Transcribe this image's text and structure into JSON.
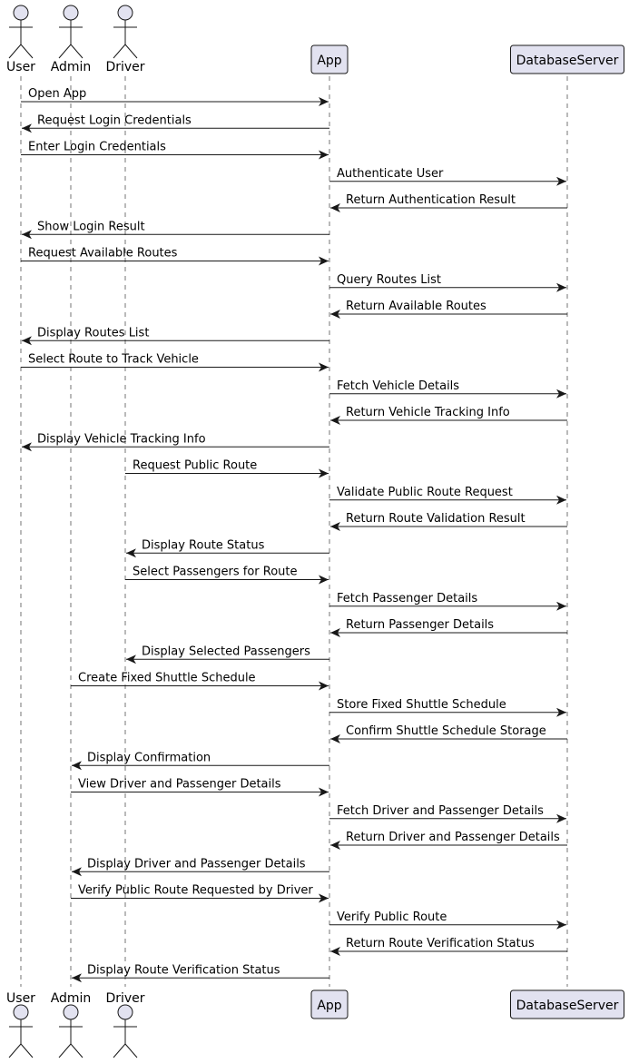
{
  "colors": {
    "participant_fill": "#e2e2f0",
    "participant_stroke": "#181818",
    "lifeline": "#181818",
    "arrow": "#181818"
  },
  "participants": [
    {
      "id": "user",
      "label": "User",
      "kind": "actor"
    },
    {
      "id": "admin",
      "label": "Admin",
      "kind": "actor"
    },
    {
      "id": "driver",
      "label": "Driver",
      "kind": "actor"
    },
    {
      "id": "app",
      "label": "App",
      "kind": "box"
    },
    {
      "id": "db",
      "label": "DatabaseServer",
      "kind": "box"
    }
  ],
  "messages": [
    {
      "from": "user",
      "to": "app",
      "label": "Open App"
    },
    {
      "from": "app",
      "to": "user",
      "label": "Request Login Credentials"
    },
    {
      "from": "user",
      "to": "app",
      "label": "Enter Login Credentials"
    },
    {
      "from": "app",
      "to": "db",
      "label": "Authenticate User"
    },
    {
      "from": "db",
      "to": "app",
      "label": "Return Authentication Result"
    },
    {
      "from": "app",
      "to": "user",
      "label": "Show Login Result"
    },
    {
      "from": "user",
      "to": "app",
      "label": "Request Available Routes"
    },
    {
      "from": "app",
      "to": "db",
      "label": "Query Routes List"
    },
    {
      "from": "db",
      "to": "app",
      "label": "Return Available Routes"
    },
    {
      "from": "app",
      "to": "user",
      "label": "Display Routes List"
    },
    {
      "from": "user",
      "to": "app",
      "label": "Select Route to Track Vehicle"
    },
    {
      "from": "app",
      "to": "db",
      "label": "Fetch Vehicle Details"
    },
    {
      "from": "db",
      "to": "app",
      "label": "Return Vehicle Tracking Info"
    },
    {
      "from": "app",
      "to": "user",
      "label": "Display Vehicle Tracking Info"
    },
    {
      "from": "driver",
      "to": "app",
      "label": "Request Public Route"
    },
    {
      "from": "app",
      "to": "db",
      "label": "Validate Public Route Request"
    },
    {
      "from": "db",
      "to": "app",
      "label": "Return Route Validation Result"
    },
    {
      "from": "app",
      "to": "driver",
      "label": "Display Route Status"
    },
    {
      "from": "driver",
      "to": "app",
      "label": "Select Passengers for Route"
    },
    {
      "from": "app",
      "to": "db",
      "label": "Fetch Passenger Details"
    },
    {
      "from": "db",
      "to": "app",
      "label": "Return Passenger Details"
    },
    {
      "from": "app",
      "to": "driver",
      "label": "Display Selected Passengers"
    },
    {
      "from": "admin",
      "to": "app",
      "label": "Create Fixed Shuttle Schedule"
    },
    {
      "from": "app",
      "to": "db",
      "label": "Store Fixed Shuttle Schedule"
    },
    {
      "from": "db",
      "to": "app",
      "label": "Confirm Shuttle Schedule Storage"
    },
    {
      "from": "app",
      "to": "admin",
      "label": "Display Confirmation"
    },
    {
      "from": "admin",
      "to": "app",
      "label": "View Driver and Passenger Details"
    },
    {
      "from": "app",
      "to": "db",
      "label": "Fetch Driver and Passenger Details"
    },
    {
      "from": "db",
      "to": "app",
      "label": "Return Driver and Passenger Details"
    },
    {
      "from": "app",
      "to": "admin",
      "label": "Display Driver and Passenger Details"
    },
    {
      "from": "admin",
      "to": "app",
      "label": "Verify Public Route Requested by Driver"
    },
    {
      "from": "app",
      "to": "db",
      "label": "Verify Public Route"
    },
    {
      "from": "db",
      "to": "app",
      "label": "Return Route Verification Status"
    },
    {
      "from": "app",
      "to": "admin",
      "label": "Display Route Verification Status"
    }
  ]
}
